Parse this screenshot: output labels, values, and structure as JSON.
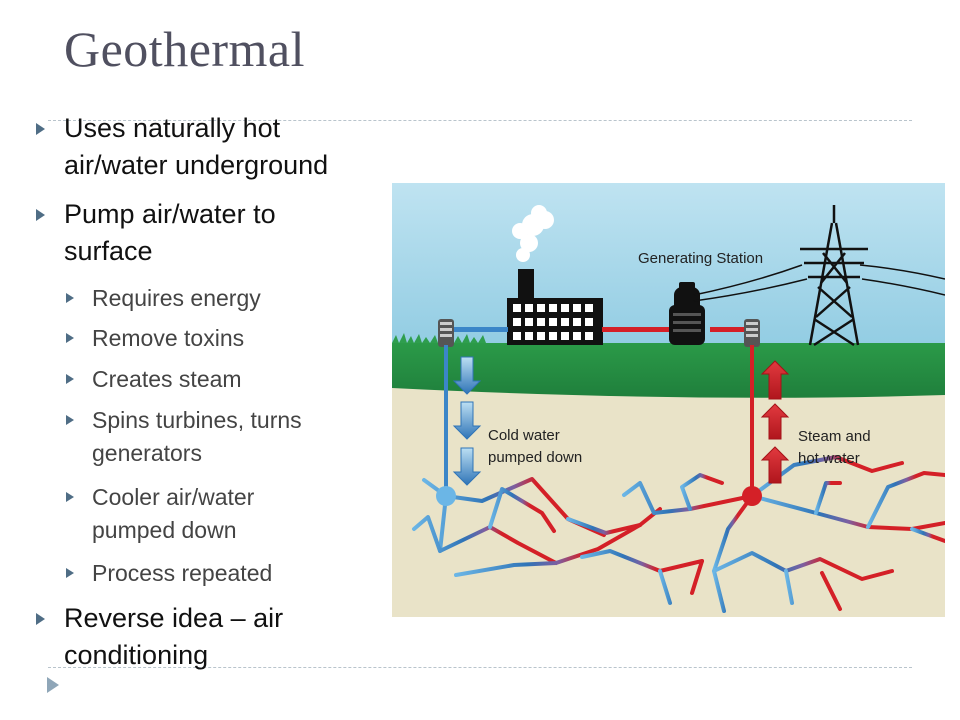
{
  "slide": {
    "title": "Geothermal",
    "bullets": [
      {
        "level": 1,
        "lines": [
          "Uses naturally hot",
          "air/water underground"
        ]
      },
      {
        "level": 1,
        "lines": [
          "Pump air/water to",
          "surface"
        ]
      },
      {
        "level": 2,
        "lines": [
          "Requires energy"
        ]
      },
      {
        "level": 2,
        "lines": [
          "Remove toxins"
        ]
      },
      {
        "level": 2,
        "lines": [
          "Creates steam"
        ]
      },
      {
        "level": 2,
        "lines": [
          "Spins turbines, turns",
          "generators"
        ]
      },
      {
        "level": 2,
        "lines": [
          "Cooler air/water",
          "pumped down"
        ]
      },
      {
        "level": 2,
        "lines": [
          "Process repeated"
        ]
      },
      {
        "level": 1,
        "lines": [
          "Reverse idea – air",
          "conditioning"
        ]
      }
    ]
  },
  "diagram": {
    "labels": {
      "station": "Generating Station",
      "cold": [
        "Cold water",
        "pumped down"
      ],
      "hot": [
        "Steam and",
        "hot water"
      ]
    },
    "colors": {
      "sky": "#a9d7ea",
      "grass": "#2f9e4e",
      "ground": "#e9e3c8",
      "cold": "#3b86c8",
      "hot": "#d42027"
    }
  }
}
